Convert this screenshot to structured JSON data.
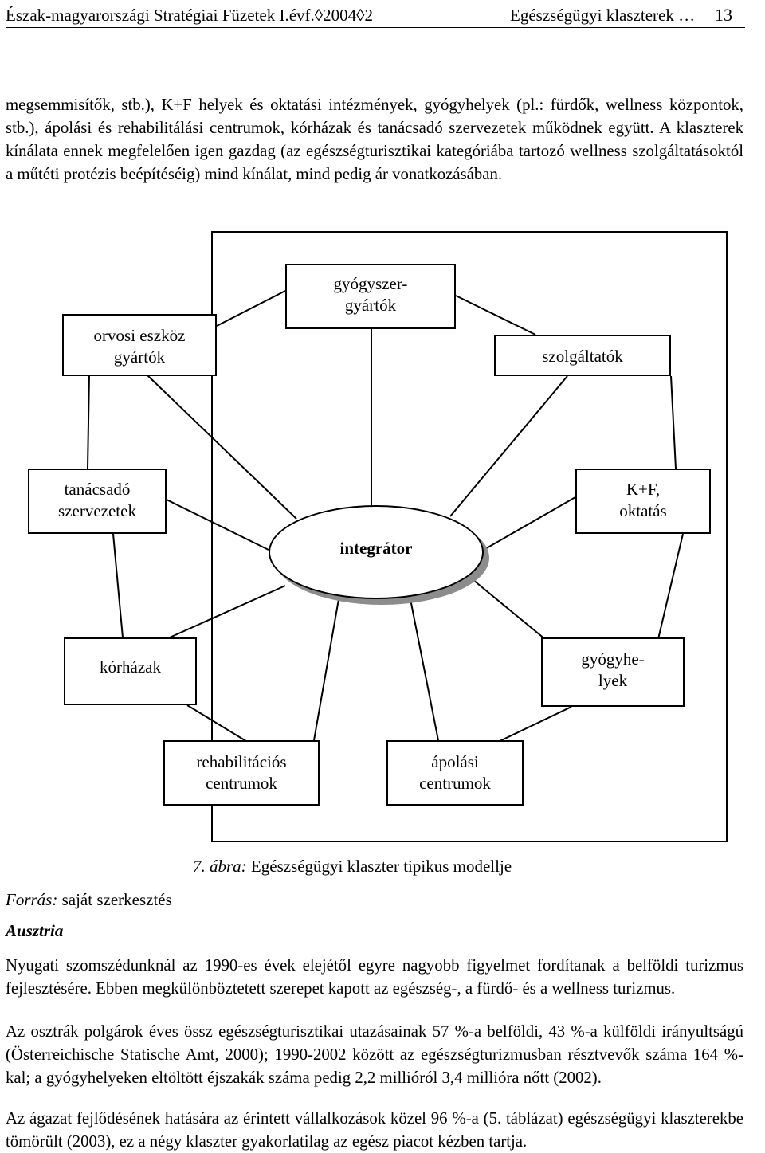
{
  "header": {
    "left": "Észak-magyarországi Stratégiai Füzetek I.évf.◊2004◊2",
    "right": "Egészségügyi klaszterek …",
    "page_number": "13"
  },
  "intro_paragraph": "megsemmisítők, stb.), K+F helyek és oktatási intézmények, gyógyhelyek (pl.: fürdők, wellness központok, stb.), ápolási és rehabilitálási centrumok, kórházak és tanácsadó szervezetek működnek együtt. A klaszterek kínálata ennek megfelelően igen gazdag (az egészségturisztikai kategóriába tartozó wellness szolgáltatásoktól a műtéti protézis beépítéséig) mind kínálat, mind pedig ár vonatkozásában.",
  "diagram": {
    "center": "integrátor",
    "nodes": {
      "medical_devices": "orvosi eszköz\ngyártók",
      "pharma": "gyógyszer-\ngyártók",
      "services": "szolgáltatók",
      "consulting": "tanácsadó\nszervezetek",
      "rnd": "K+F,\noktatás",
      "hospitals": "kórházak",
      "spas": "gyógyhe-\nlyek",
      "rehab": "rehabilitációs\ncentrumok",
      "nursing": "ápolási\ncentrumok"
    }
  },
  "caption": {
    "label": "7. ábra:",
    "text": " Egészségügyi klaszter tipikus modellje"
  },
  "source": {
    "label": "Forrás:",
    "text": " saját szerkesztés"
  },
  "section_heading": "Ausztria",
  "paragraphs": [
    "Nyugati szomszédunknál az 1990-es évek elejétől egyre nagyobb figyelmet fordítanak a belföldi turizmus fejlesztésére. Ebben megkülönböztetett szerepet kapott az egészség-, a fürdő- és a wellness turizmus.",
    "Az osztrák polgárok éves össz egészségturisztikai utazásainak 57 %-a belföldi, 43 %-a külföldi irányultságú (Österreichische Statische Amt, 2000); 1990-2002 között az egészségturizmusban résztvevők száma 164 %-kal; a gyógyhelyeken eltöltött éjszakák száma pedig 2,2 millióról 3,4 millióra nőtt (2002).",
    "Az ágazat fejlődésének hatására az érintett vállalkozások közel 96 %-a (5. táblázat) egészségügyi klaszterekbe tömörült (2003), ez a négy klaszter gyakorlatilag az egész piacot kézben tartja."
  ]
}
